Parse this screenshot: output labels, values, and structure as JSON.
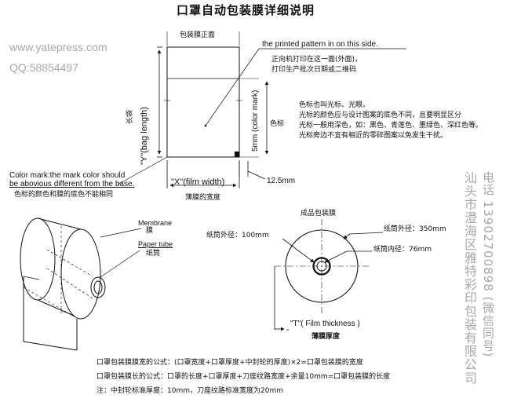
{
  "title": "口罩自动包装膜详细说明",
  "watermark": {
    "website": "www.yatepress.com",
    "qq": "QQ:58854497"
  },
  "film_diagram": {
    "front_label": "包装膜正面",
    "printed_side_en": "the printed pattern in on this side.",
    "printed_side_cn_1": "正向机打印在这一面(外面)，",
    "printed_side_cn_2": "打印生产批次日期或二维码",
    "bag_length_cn": "长袋",
    "bag_length_en": "\"Y\"(bag length)",
    "color_mark_size": "5mm (color mark)",
    "color_mark_cn": "色标",
    "color_mark_note_1": "色标也叫光标、光眼。",
    "color_mark_note_2": "光标的颜色应与设计图案的底色不同，且要明显区分",
    "color_mark_note_3": "光标一般用深色，如：黑色、青莲色、墨绿色、深红色等。",
    "color_mark_note_4": "光标旁边不宜有相近的零碎图案以免发生干扰。",
    "color_mark_en_1": "Color mark:the mark color should",
    "color_mark_en_2": "be abovious different from the base.",
    "color_mark_cn_note": "色标的颜色和膜的底色不能相同",
    "film_width_en": "\"X\"(film width)",
    "film_width_cn": "薄膜的宽度",
    "mark_offset": "12.5mm"
  },
  "roll_diagram": {
    "membrane_en": "Membrane",
    "membrane_cn": "膜",
    "paper_tube_en": "Paper tube",
    "paper_tube_cn": "纸筒"
  },
  "finished_roll": {
    "title": "成品包装膜",
    "tube_outer_left": "纸筒外径：100mm",
    "tube_outer_right": "纸筒外径：350mm",
    "tube_inner": "纸筒内径：76mm",
    "thickness_en": "\"T\"( Film thickness )",
    "thickness_cn": "薄膜厚度"
  },
  "contact": {
    "phone": "电话 13902700898 (微信同号)",
    "company": "汕头市澄海区雅特彩印包装有限公司"
  },
  "formulas": {
    "width": "口罩包装膜膜宽的公式：(口罩宽度+口罩厚度+中封轮的厚度)×2=口罩包装膜的宽度",
    "length": "口罩包装膜长的公式：口罩的长度+口罩厚度+刀座纹路宽度+余量10mm=口罩包装膜的长度",
    "note": "注：中封轮标准厚度：10mm，刀座纹路标准宽度为20mm"
  }
}
